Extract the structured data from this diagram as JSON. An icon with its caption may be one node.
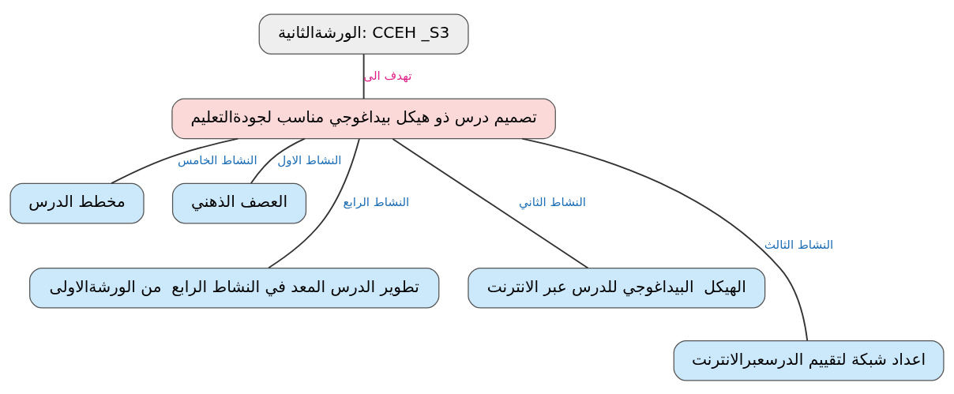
{
  "diagram": {
    "nodes": [
      {
        "text": [
          "الورشةالثانية: CCEH _S3"
        ]
      },
      {
        "text": [
          "تصميم درس ذو هيكل بيداغوجي مناسب لجودةالتعليم"
        ]
      },
      {
        "text": [
          "مخطط الدرس"
        ]
      },
      {
        "text": [
          "العصف الذهني"
        ]
      },
      {
        "text": [
          "تطوير الدرس المعد في النشاط الرابع  من الورشةالاولى"
        ]
      },
      {
        "text": [
          "الهيكل  البيداغوجي للدرس عبر الانترنت"
        ]
      },
      {
        "text": [
          "اعداد شبكة لتقييم الدرسعبرالانترنت"
        ]
      }
    ],
    "edges": [
      {
        "from": 0,
        "to": 1,
        "arrow": "none",
        "label": "تهدف الى"
      },
      {
        "from": 1,
        "to": 2,
        "arrow": "none",
        "label": "النشاط الخامس"
      },
      {
        "from": 1,
        "to": 4,
        "arrow": "none",
        "label": "النشاط الرابع"
      },
      {
        "from": 1,
        "to": 6,
        "arrow": "none",
        "label": "النشاط الثالث"
      },
      {
        "from": 1,
        "to": 5,
        "arrow": "none",
        "label": "النشاط الثاني"
      },
      {
        "from": 1,
        "to": 3,
        "arrow": "none",
        "label": "النشاط الاول"
      }
    ]
  }
}
